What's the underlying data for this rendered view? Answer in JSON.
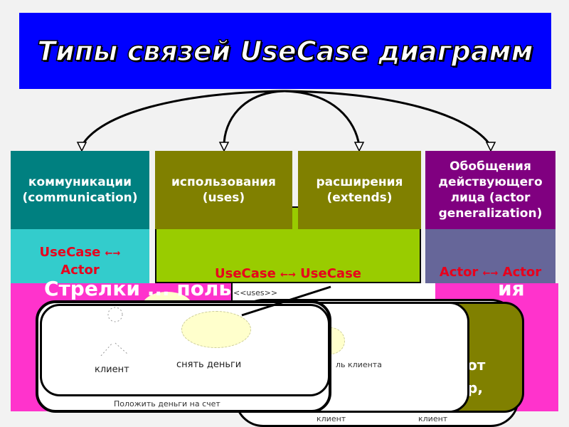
{
  "title": "Типы связей UseCase диаграмм",
  "types": [
    {
      "label": "коммуникации (communication)",
      "relation_a": "UseCase",
      "arrow": "←→",
      "relation_b": "Actor"
    },
    {
      "label": "использования (uses)"
    },
    {
      "label": "расширения (extends)"
    },
    {
      "label": "Обобщения действующего лица (actor generalization)",
      "relation_a": "Actor",
      "arrow": "←→",
      "relation_b": "Actor"
    }
  ],
  "shared_relation": {
    "a": "UseCase",
    "arrow": "←→",
    "b": "UseCase"
  },
  "pink_heading_left": "Стрелки ... поль",
  "pink_heading_right": "ия",
  "uses_stereotype": "<<uses>>",
  "olive_text": [
    "от",
    "р,"
  ],
  "diagram": {
    "actor_label": "клиент",
    "usecase_label": "снять деньги",
    "bottom_label": "Положить деньги на счет",
    "middle_label": "ль клиента",
    "back_actor_1": "клиент",
    "back_actor_2": "клиент"
  },
  "colors": {
    "title": "#0000ff",
    "teal": "#008080",
    "cyan": "#33cccc",
    "olive": "#808000",
    "lime": "#99cc00",
    "purple": "#800080",
    "slate": "#666699",
    "pink": "#ff33cc"
  }
}
